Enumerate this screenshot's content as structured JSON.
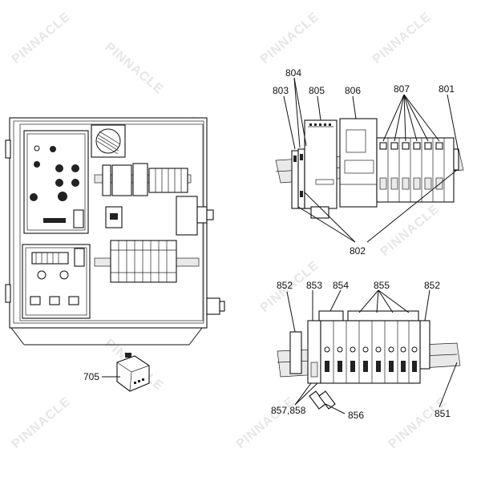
{
  "watermark": "PINNACLE",
  "callouts": {
    "c705": "705",
    "c801": "801",
    "c802": "802",
    "c803": "803",
    "c804": "804",
    "c805": "805",
    "c806": "806",
    "c807": "807",
    "c851": "851",
    "c852a": "852",
    "c852b": "852",
    "c853": "853",
    "c854": "854",
    "c855": "855",
    "c856": "856",
    "c857": "857,858"
  }
}
